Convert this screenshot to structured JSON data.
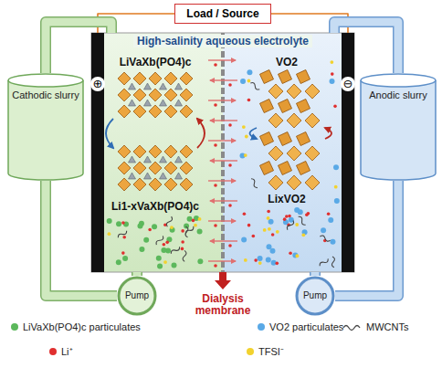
{
  "diagram": {
    "nodes": [
      {
        "text": [
          "Load / Source"
        ]
      },
      {
        "text": [
          "High-salinity aqueous electrolyte"
        ]
      },
      {
        "text": [
          "⊕"
        ],
        "in": 1
      },
      {
        "text": [
          "⊖"
        ],
        "in": 1
      },
      {
        "text": [
          "Cathodic slurry"
        ]
      },
      {
        "text": [
          "Anodic slurry"
        ]
      },
      {
        "text": [
          "Pump"
        ]
      },
      {
        "text": [
          "Pump"
        ]
      }
    ],
    "edges": [
      {
        "from": 0,
        "to": 2,
        "arrow": "none"
      },
      {
        "from": 0,
        "to": 3,
        "arrow": "none"
      },
      {
        "from": 1,
        "to": 4,
        "arrow": "none"
      },
      {
        "from": 4,
        "to": 6,
        "arrow": "none"
      },
      {
        "from": 6,
        "to": 1,
        "arrow": "none"
      },
      {
        "from": 1,
        "to": 5,
        "arrow": "none"
      },
      {
        "from": 5,
        "to": 7,
        "arrow": "none"
      },
      {
        "from": 7,
        "to": 1,
        "arrow": "none"
      }
    ],
    "labels": [
      "LiVaXb(PO4)c",
      "Li1-xVaXb(PO4)c",
      "VO2",
      "LixVO2",
      "Dialysis membrane"
    ],
    "legend": [
      {
        "text": "LiVaXb(PO4)c particulates",
        "color": "#5cb85c"
      },
      {
        "text": "VO2 particulates",
        "color": "#5aa9e6"
      },
      {
        "text": "MWCNTs"
      },
      {
        "text": "Li⁺",
        "color": "#e03030"
      },
      {
        "text": "TFSI⁻",
        "color": "#f2d22e"
      }
    ]
  }
}
